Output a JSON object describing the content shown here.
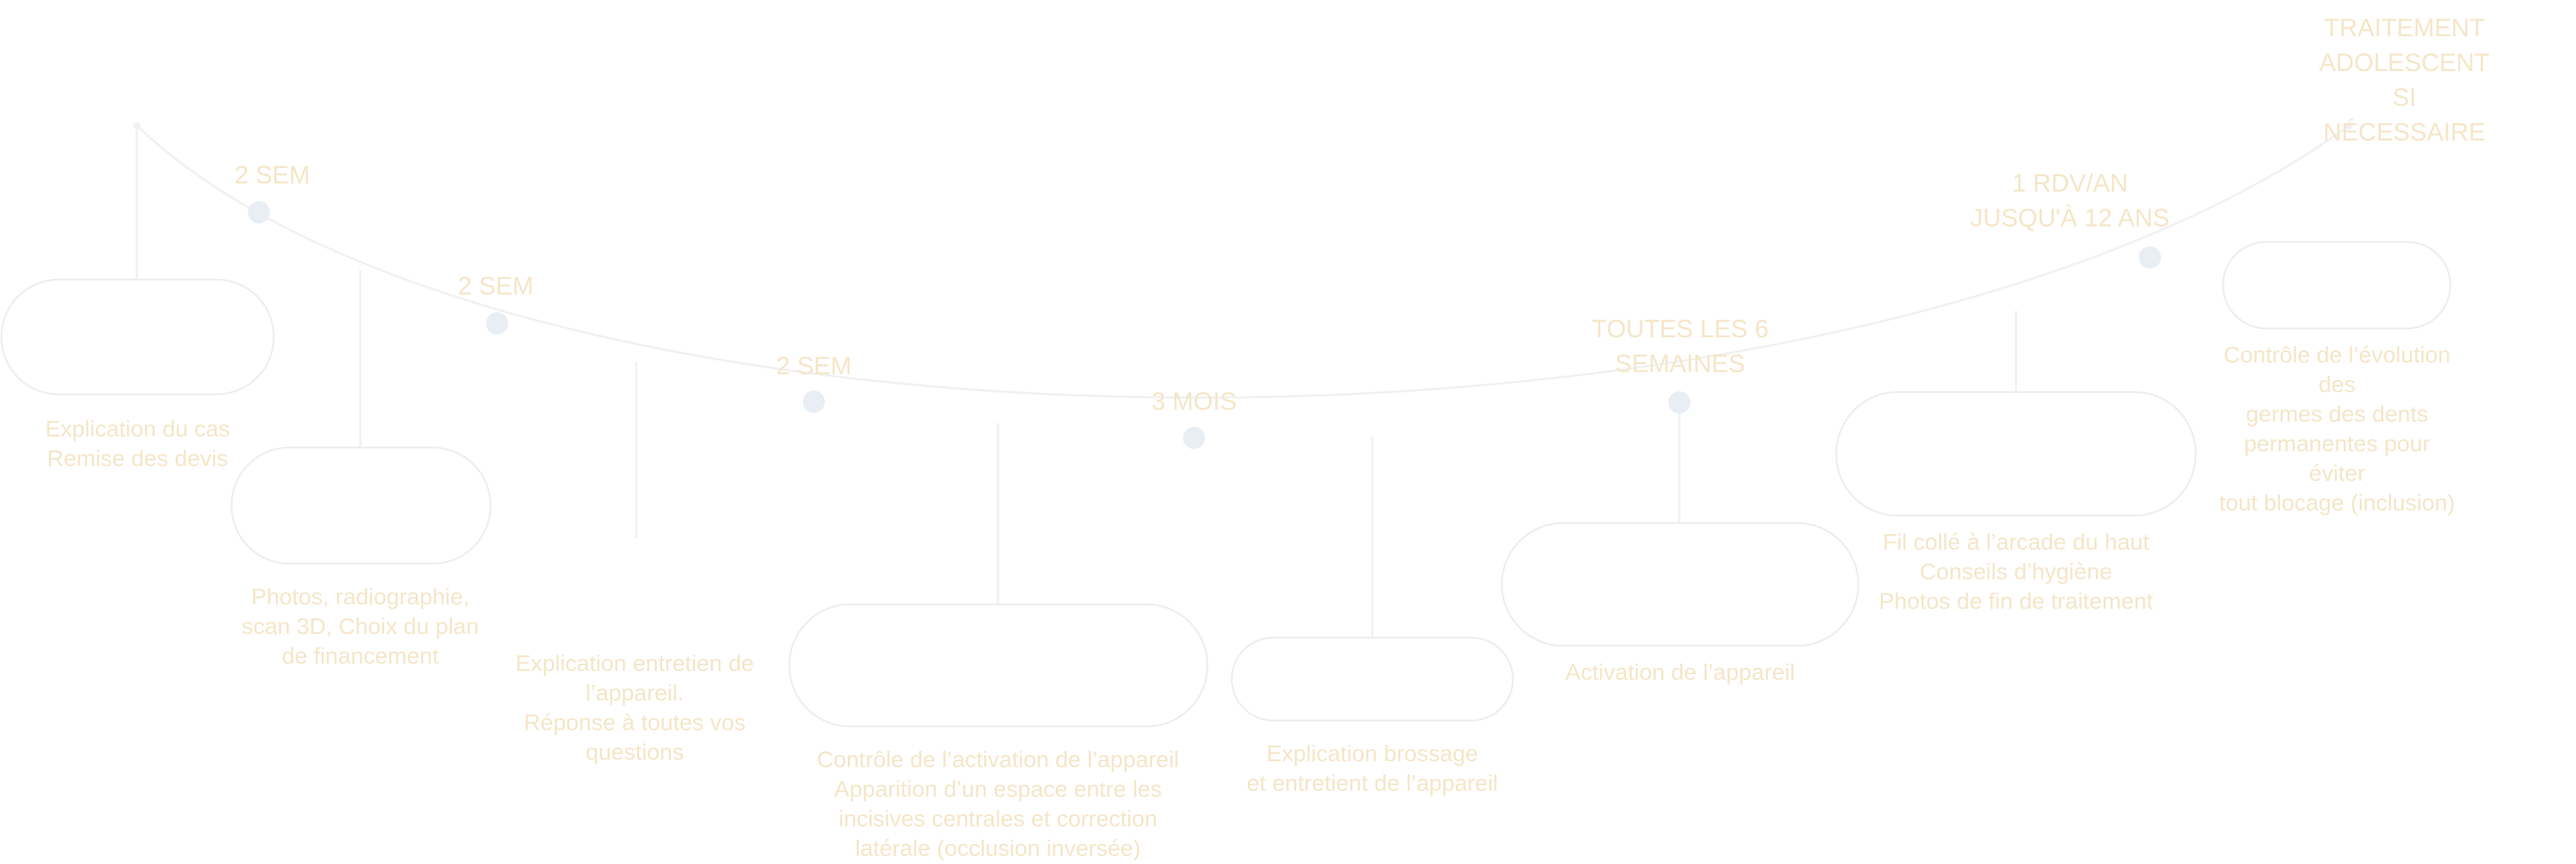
{
  "final_stage": {
    "text": "TRAITEMENT ADOLESCENT\nSI NÉCESSAIRE"
  },
  "frequencies": [
    {
      "text": "2 SEM"
    },
    {
      "text": "2 SEM"
    },
    {
      "text": "2 SEM"
    },
    {
      "text": "3 MOIS"
    },
    {
      "text": "TOUTES LES 6\nSEMAINES"
    },
    {
      "text": "1 RDV/AN\nJUSQU'À 12 ANS"
    }
  ],
  "steps": [
    {
      "description": "Explication du cas\nRemise des devis"
    },
    {
      "description": "Photos, radiographie,\nscan 3D, Choix du plan\nde financement"
    },
    {
      "description": "Explication entretien de\nl’appareil.\nRéponse à toutes vos\nquestions"
    },
    {
      "description": "Contrôle de l’activation de l’appareil\nApparition d’un espace entre les\nincisives centrales et correction\nlatérale (occlusion inversée)"
    },
    {
      "description": "Explication brossage\net entretient de l’appareil"
    },
    {
      "description": "Activation de l’appareil"
    },
    {
      "description": "Fil collé à l’arcade du haut\nConseils d’hygiène\nPhotos de fin de traitement"
    },
    {
      "description": "Contrôle de l’évolution des\ngermes des dents\npermanentes pour éviter\ntout blocage (inclusion)"
    }
  ],
  "colors": {
    "text": "#f5e6c8",
    "curve": "#f1f1f1",
    "dot": "#e9eef5",
    "box_border": "#eeeeee"
  }
}
